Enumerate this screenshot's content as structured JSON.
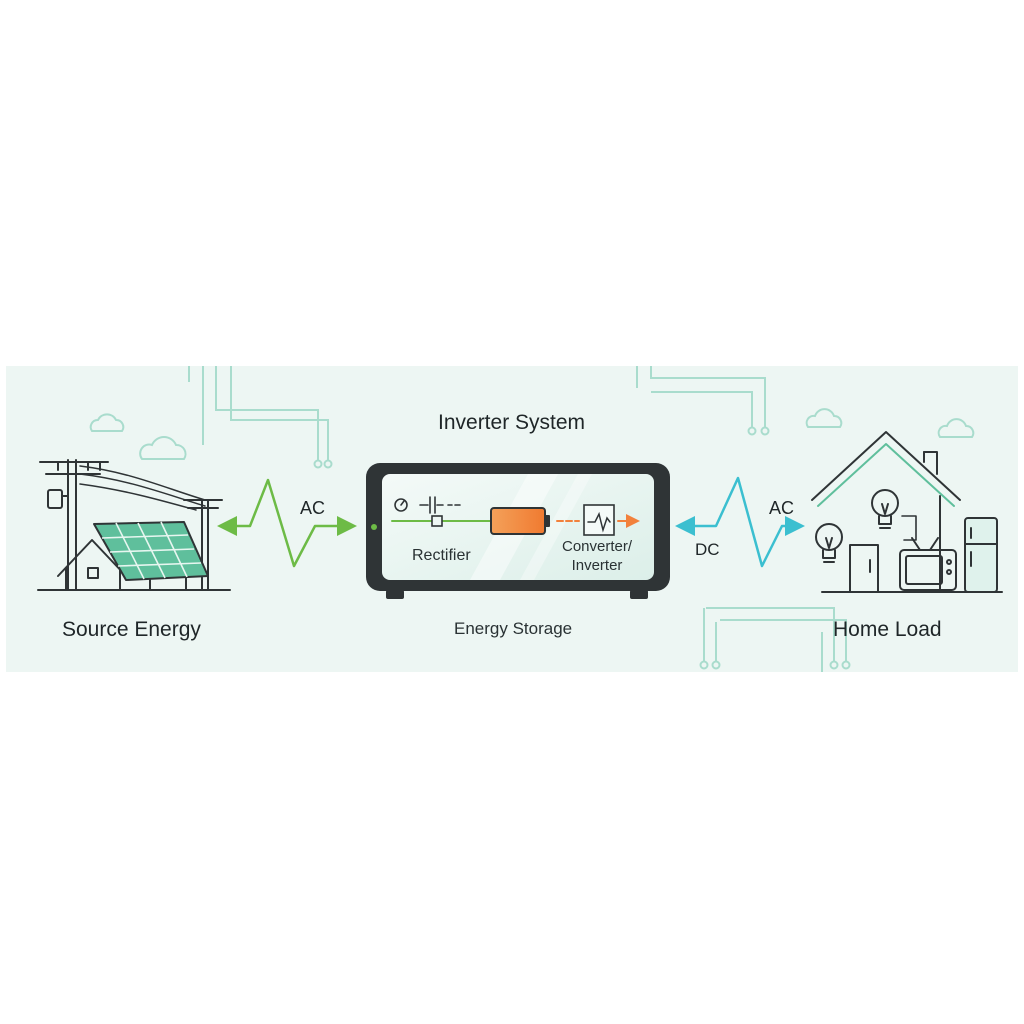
{
  "labels": {
    "source": "Source Energy",
    "system_title": "Inverter System",
    "storage": "Energy Storage",
    "home": "Home Load",
    "ac_left": "AC",
    "ac_right": "AC",
    "dc": "DC",
    "rectifier": "Rectifier",
    "converter_line1": "Converter/",
    "converter_line2": "Inverter"
  },
  "colors": {
    "band": "#edf6f3",
    "circuit": "#a9dccd",
    "ac_wave": "#6dbb46",
    "dc_wave": "#3bbfd0",
    "battery": "#f2813c",
    "device_body": "#2f3436",
    "panel": "#5fbf9c"
  },
  "icons": [
    "utility-pole-icon",
    "solar-panel-icon",
    "house-icon",
    "cloud-icon",
    "battery-icon",
    "waveform-icon",
    "light-bulb-icon",
    "refrigerator-icon",
    "tv-icon",
    "capacitor-icon"
  ]
}
